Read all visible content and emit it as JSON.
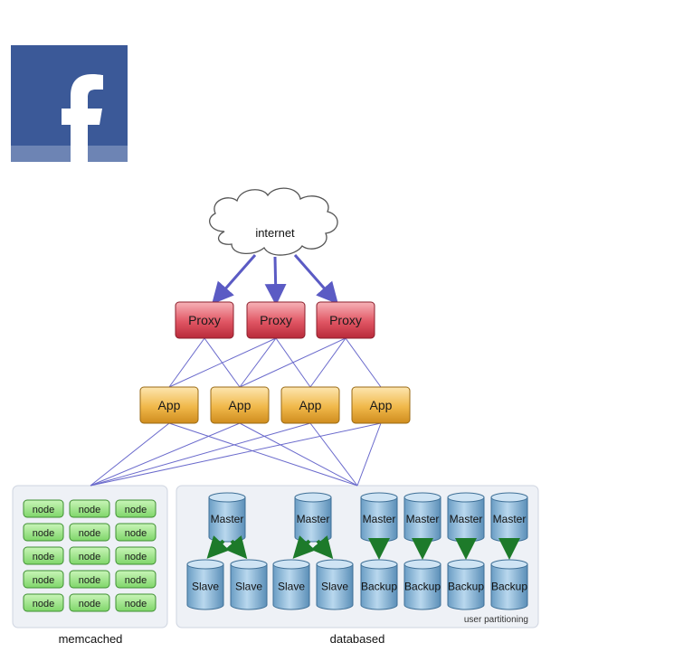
{
  "logo": {
    "name": "facebook-logo-icon",
    "letter": "f",
    "color": "#3b5998"
  },
  "diagram": {
    "internet": "internet",
    "proxies": [
      "Proxy",
      "Proxy",
      "Proxy"
    ],
    "apps": [
      "App",
      "App",
      "App",
      "App"
    ],
    "memcached": {
      "label": "memcached",
      "nodes": [
        "node",
        "node",
        "node",
        "node",
        "node",
        "node",
        "node",
        "node",
        "node",
        "node",
        "node",
        "node",
        "node",
        "node",
        "node"
      ]
    },
    "database": {
      "label": "databased",
      "partition_label": "user partitioning",
      "masters": [
        "Master",
        "Master",
        "Master",
        "Master",
        "Master",
        "Master"
      ],
      "slaves": [
        "Slave",
        "Slave",
        "Slave",
        "Slave"
      ],
      "backups": [
        "Backup",
        "Backup",
        "Backup",
        "Backup"
      ]
    },
    "colors": {
      "proxy": "#e05563",
      "app": "#f0b84a",
      "node": "#8fe07a",
      "db": "#8ab8d8",
      "link": "#6a6acc",
      "db_arrow": "#1d7a2a"
    }
  }
}
